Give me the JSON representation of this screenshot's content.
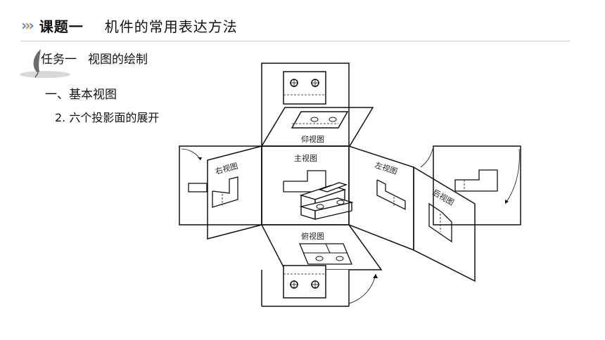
{
  "header": {
    "chevron_color_1": "#4a90d9",
    "chevron_color_2": "#e07b2a",
    "title": "课题一",
    "subtitle": "机件的常用表达方法"
  },
  "task": {
    "icon": "quill-pen-icon",
    "title": "任务一",
    "subtitle": "视图的绘制"
  },
  "section": {
    "label": "一、基本视图"
  },
  "subsection": {
    "label": "2. 六个投影面的展开"
  },
  "diagram": {
    "labels": {
      "bottom_up_view": "仰视图",
      "front_view": "主视图",
      "right_view": "右视图",
      "left_view": "左视图",
      "rear_view": "后视图",
      "top_view": "俯视图"
    }
  }
}
